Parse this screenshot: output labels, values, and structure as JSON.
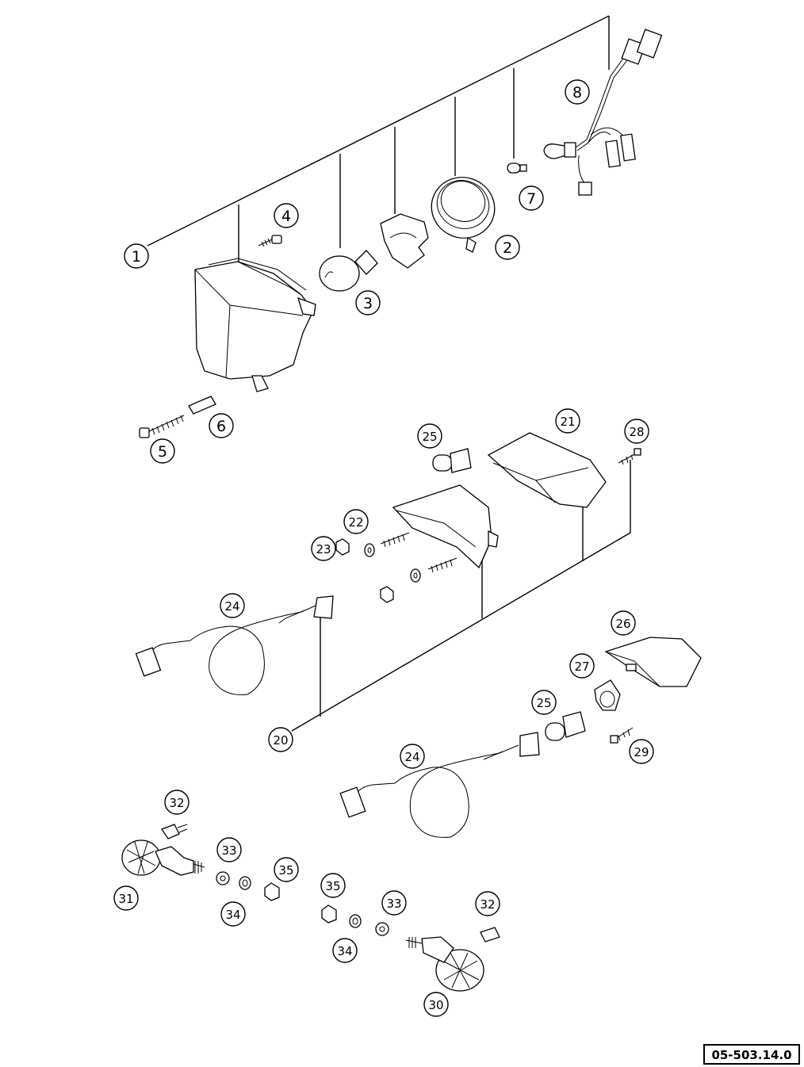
{
  "diagram_ref": "05-503.14.0",
  "callouts": [
    {
      "id": "c1",
      "label": "1"
    },
    {
      "id": "c2",
      "label": "2"
    },
    {
      "id": "c3",
      "label": "3"
    },
    {
      "id": "c4",
      "label": "4"
    },
    {
      "id": "c5",
      "label": "5"
    },
    {
      "id": "c6",
      "label": "6"
    },
    {
      "id": "c7",
      "label": "7"
    },
    {
      "id": "c8",
      "label": "8"
    },
    {
      "id": "c20",
      "label": "20"
    },
    {
      "id": "c21",
      "label": "21"
    },
    {
      "id": "c22",
      "label": "22"
    },
    {
      "id": "c23",
      "label": "23"
    },
    {
      "id": "c24a",
      "label": "24"
    },
    {
      "id": "c24b",
      "label": "24"
    },
    {
      "id": "c25a",
      "label": "25"
    },
    {
      "id": "c25b",
      "label": "25"
    },
    {
      "id": "c26",
      "label": "26"
    },
    {
      "id": "c27",
      "label": "27"
    },
    {
      "id": "c28",
      "label": "28"
    },
    {
      "id": "c29",
      "label": "29"
    },
    {
      "id": "c30",
      "label": "30"
    },
    {
      "id": "c31",
      "label": "31"
    },
    {
      "id": "c32a",
      "label": "32"
    },
    {
      "id": "c32b",
      "label": "32"
    },
    {
      "id": "c33a",
      "label": "33"
    },
    {
      "id": "c33b",
      "label": "33"
    },
    {
      "id": "c34a",
      "label": "34"
    },
    {
      "id": "c34b",
      "label": "34"
    },
    {
      "id": "c35a",
      "label": "35"
    },
    {
      "id": "c35b",
      "label": "35"
    }
  ]
}
